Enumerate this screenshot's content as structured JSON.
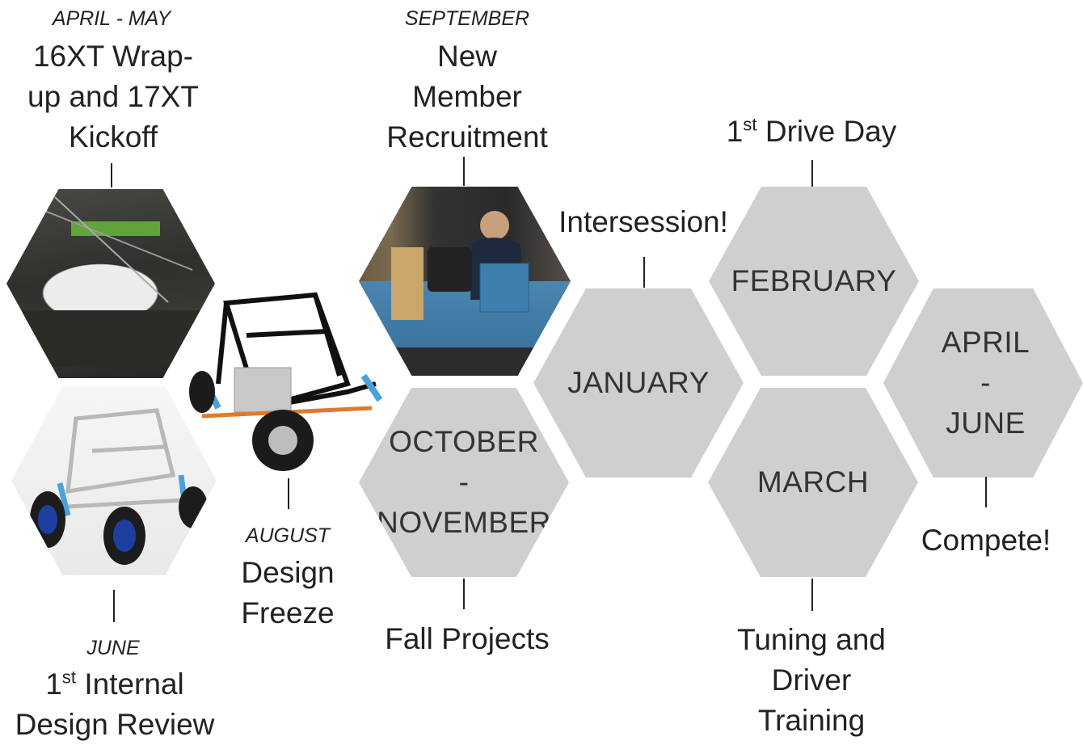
{
  "timeline": {
    "apr_may": {
      "month": "APRIL - MAY",
      "title_line1": "16XT Wrap-",
      "title_line2": "up and 17XT",
      "title_line3": "Kickoff"
    },
    "june": {
      "month": "JUNE",
      "title_sup_prefix": "1",
      "title_sup": "st",
      "title_rest": " Internal",
      "title_line2": "Design Review"
    },
    "august": {
      "month": "AUGUST",
      "title_line1": "Design",
      "title_line2": "Freeze"
    },
    "september": {
      "month": "SEPTEMBER",
      "title_line1": "New",
      "title_line2": "Member",
      "title_line3": "Recruitment"
    },
    "oct_nov": {
      "hex_line1": "OCTOBER",
      "hex_line2": "-",
      "hex_line3": "NOVEMBER",
      "caption": "Fall Projects"
    },
    "january": {
      "hex": "JANUARY",
      "caption": "Intersession!"
    },
    "february": {
      "hex": "FEBRUARY",
      "caption_prefix": "1",
      "caption_sup": "st",
      "caption_rest": " Drive Day"
    },
    "march": {
      "hex": "MARCH",
      "caption_line1": "Tuning and",
      "caption_line2": "Driver",
      "caption_line3": "Training"
    },
    "apr_jun": {
      "hex_line1": "APRIL",
      "hex_line2": "-",
      "hex_line3": "JUNE",
      "caption": "Compete!"
    }
  },
  "colors": {
    "hex_fill": "#d0cfcf",
    "text": "#222222",
    "frame_blue": "#4aa3d8",
    "wheel_blue": "#1f3fa0"
  }
}
